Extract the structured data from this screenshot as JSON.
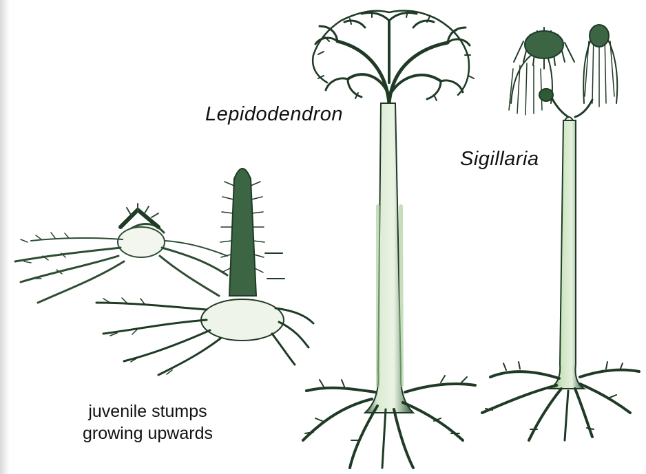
{
  "labels": {
    "lepidodendron": "Lepidodendron",
    "sigillaria": "Sigillaria",
    "juvenile_line1": "juvenile stumps",
    "juvenile_line2": "growing upwards"
  },
  "colors": {
    "ink": "#1e3d26",
    "trunk_light": "#c9e2bf",
    "trunk_mid": "#e7f1e0",
    "background": "#ffffff"
  }
}
